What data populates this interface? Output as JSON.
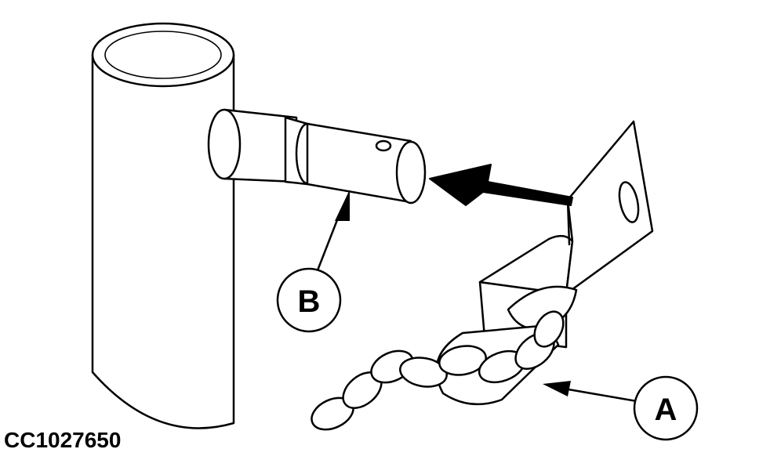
{
  "callouts": {
    "a": "A",
    "b": "B"
  },
  "figure_id": "CC1027650",
  "icons": [
    "tube",
    "pin",
    "hitch-bracket",
    "chain",
    "direction-arrow"
  ],
  "colors": {
    "line": "#000000",
    "background": "#ffffff"
  }
}
